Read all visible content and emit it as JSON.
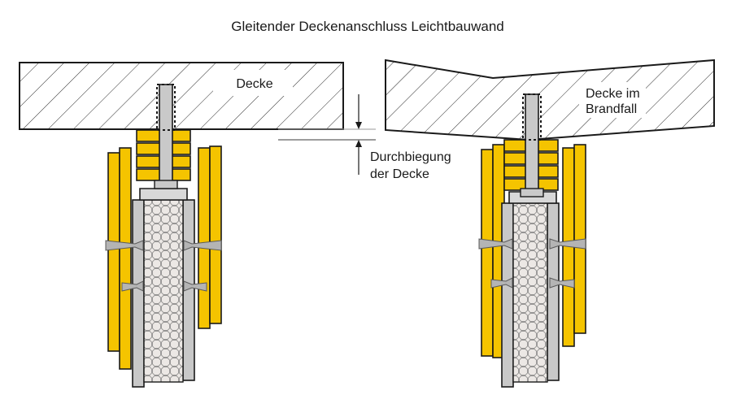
{
  "title": "Gleitender Deckenanschluss Leichtbauwand",
  "left": {
    "ceiling_label": "Decke"
  },
  "right": {
    "ceiling_label_line1": "Decke im",
    "ceiling_label_line2": "Brandfall"
  },
  "deflection": {
    "label_line1": "Durchbiegung",
    "label_line2": "der Decke"
  },
  "colors": {
    "ceiling_fill": "#e8e8e8",
    "board_yellow": "#f5c400",
    "stud_gray": "#c8c8c8",
    "screw_gray": "#b4b4b4",
    "insulation": "#eae6e3",
    "outline": "#1a1a1a"
  }
}
